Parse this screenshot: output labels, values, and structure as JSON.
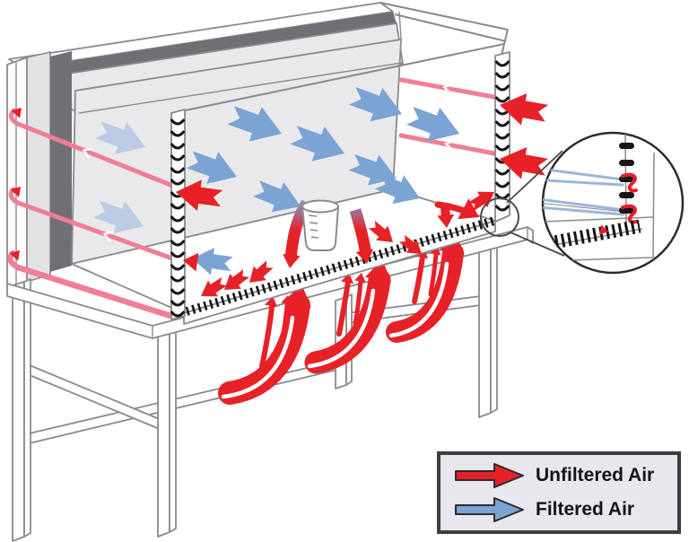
{
  "legend": {
    "items": [
      {
        "id": "unfiltered",
        "label": "Unfiltered Air",
        "color_key": "red"
      },
      {
        "id": "filtered",
        "label": "Filtered Air",
        "color_key": "blue"
      }
    ]
  },
  "colors": {
    "red": "#e62128",
    "blue": "#7ba3d3",
    "pink": "#ef7e96",
    "panel": "#e9e9ec",
    "dark": "#6f6f74",
    "line": "#8a8a8e",
    "ink": "#161616",
    "legend_bg": "#e9e7ee",
    "legend_border": "#3d3d40"
  }
}
